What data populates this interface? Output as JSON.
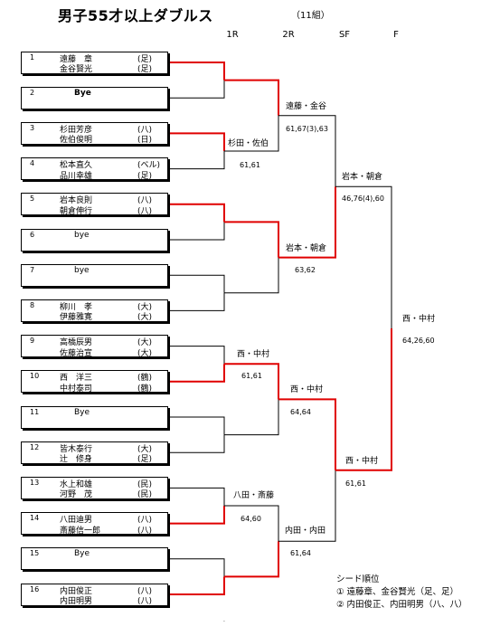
{
  "title": "男子55才以上ダブルス",
  "group": "（11組）",
  "round_headers": [
    "1R",
    "2R",
    "SF",
    "F"
  ],
  "entries": [
    {
      "num": "1",
      "p1": "遠藤　章",
      "c1": "(足)",
      "p2": "金谷賢光",
      "c2": "(足)",
      "bye": false
    },
    {
      "num": "2",
      "p1": "Bye",
      "c1": "",
      "p2": "",
      "c2": "",
      "bye": true,
      "bold": true
    },
    {
      "num": "3",
      "p1": "杉田芳彦",
      "c1": "(八)",
      "p2": "佐伯俊明",
      "c2": "(日)",
      "bye": false
    },
    {
      "num": "4",
      "p1": "松本直久",
      "c1": "(ベル)",
      "p2": "品川幸雄",
      "c2": "(足)",
      "bye": false
    },
    {
      "num": "5",
      "p1": "岩本良則",
      "c1": "(八)",
      "p2": "朝倉伸行",
      "c2": "(八)",
      "bye": false
    },
    {
      "num": "6",
      "p1": "bye",
      "c1": "",
      "p2": "",
      "c2": "",
      "bye": true
    },
    {
      "num": "7",
      "p1": "bye",
      "c1": "",
      "p2": "",
      "c2": "",
      "bye": true
    },
    {
      "num": "8",
      "p1": "柳川　孝",
      "c1": "(大)",
      "p2": "伊藤雅寛",
      "c2": "(大)",
      "bye": false
    },
    {
      "num": "9",
      "p1": "高橋辰男",
      "c1": "(大)",
      "p2": "佐藤治宣",
      "c2": "(大)",
      "bye": false
    },
    {
      "num": "10",
      "p1": "西　洋三",
      "c1": "(鶴)",
      "p2": "中村泰司",
      "c2": "(鶴)",
      "bye": false
    },
    {
      "num": "11",
      "p1": "Bye",
      "c1": "",
      "p2": "",
      "c2": "",
      "bye": true
    },
    {
      "num": "12",
      "p1": "皆木泰行",
      "c1": "(大)",
      "p2": "辻　修身",
      "c2": "(足)",
      "bye": false
    },
    {
      "num": "13",
      "p1": "水上和雄",
      "c1": "(民)",
      "p2": "河野　茂",
      "c2": "(民)",
      "bye": false
    },
    {
      "num": "14",
      "p1": "八田迪男",
      "c1": "(八)",
      "p2": "斎藤信一郎",
      "c2": "(八)",
      "bye": false
    },
    {
      "num": "15",
      "p1": "Bye",
      "c1": "",
      "p2": "",
      "c2": "",
      "bye": true
    },
    {
      "num": "16",
      "p1": "内田俊正",
      "c1": "(八)",
      "p2": "内田明男",
      "c2": "(八)",
      "bye": false
    }
  ],
  "results": {
    "r1_3_4": {
      "winner": "杉田・佐伯",
      "score": "61,61"
    },
    "r1_9_10": {
      "winner": "西・中村",
      "score": "61,61"
    },
    "r1_13_14": {
      "winner": "八田・斎藤",
      "score": "64,60"
    },
    "r2_top": {
      "winner": "遠藤・金谷",
      "score": "61,67(3),63"
    },
    "r2_second": {
      "winner": "岩本・朝倉",
      "score": "63,62"
    },
    "r2_third": {
      "winner": "西・中村",
      "score": "64,64"
    },
    "r2_bottom": {
      "winner": "内田・内田",
      "score": "61,64"
    },
    "sf_top": {
      "winner": "岩本・朝倉",
      "score": "46,76(4),60"
    },
    "sf_bottom": {
      "winner": "西・中村",
      "score": "61,61"
    },
    "final": {
      "winner": "西・中村",
      "score": "64,26,60"
    }
  },
  "seeds": {
    "title": "シード順位",
    "items": [
      "① 遠藤章、金谷賢光（足、足）",
      "② 内田俊正、内田明男（八、八）"
    ]
  },
  "colors": {
    "win_line": "#e00000",
    "line": "#000000"
  }
}
